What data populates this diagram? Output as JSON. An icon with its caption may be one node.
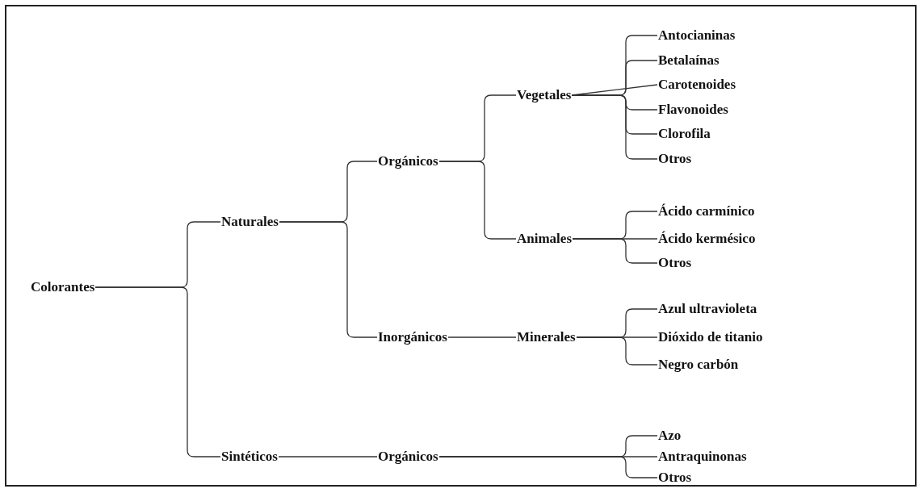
{
  "diagram": {
    "nodes": [
      {
        "text": [
          "Colorantes"
        ]
      },
      {
        "text": [
          "Naturales"
        ]
      },
      {
        "text": [
          "Orgánicos"
        ]
      },
      {
        "text": [
          "Vegetales"
        ]
      },
      {
        "text": [
          "Antocianinas"
        ]
      },
      {
        "text": [
          "Betalaínas"
        ]
      },
      {
        "text": [
          "Carotenoides"
        ]
      },
      {
        "text": [
          "Flavonoides"
        ]
      },
      {
        "text": [
          "Clorofila"
        ]
      },
      {
        "text": [
          "Otros"
        ]
      },
      {
        "text": [
          "Animales"
        ]
      },
      {
        "text": [
          "Ácido carmínico"
        ]
      },
      {
        "text": [
          "Ácido kermésico"
        ]
      },
      {
        "text": [
          "Otros"
        ]
      },
      {
        "text": [
          "Inorgánicos"
        ]
      },
      {
        "text": [
          "Minerales"
        ]
      },
      {
        "text": [
          "Azul ultravioleta"
        ]
      },
      {
        "text": [
          "Dióxido de titanio"
        ]
      },
      {
        "text": [
          "Negro carbón"
        ]
      },
      {
        "text": [
          "Sintéticos"
        ]
      },
      {
        "text": [
          "Orgánicos"
        ]
      },
      {
        "text": [
          "Azo"
        ]
      },
      {
        "text": [
          "Antraquinonas"
        ]
      },
      {
        "text": [
          "Otros"
        ]
      }
    ],
    "edges": [
      {
        "from": 0,
        "to": 1,
        "arrow": "none"
      },
      {
        "from": 0,
        "to": 19,
        "arrow": "none"
      },
      {
        "from": 1,
        "to": 2,
        "arrow": "none"
      },
      {
        "from": 1,
        "to": 14,
        "arrow": "none"
      },
      {
        "from": 2,
        "to": 3,
        "arrow": "none"
      },
      {
        "from": 2,
        "to": 10,
        "arrow": "none"
      },
      {
        "from": 3,
        "to": 4,
        "arrow": "none"
      },
      {
        "from": 3,
        "to": 5,
        "arrow": "none"
      },
      {
        "from": 3,
        "to": 6,
        "arrow": "none"
      },
      {
        "from": 3,
        "to": 7,
        "arrow": "none"
      },
      {
        "from": 3,
        "to": 8,
        "arrow": "none"
      },
      {
        "from": 3,
        "to": 9,
        "arrow": "none"
      },
      {
        "from": 10,
        "to": 11,
        "arrow": "none"
      },
      {
        "from": 10,
        "to": 12,
        "arrow": "none"
      },
      {
        "from": 10,
        "to": 13,
        "arrow": "none"
      },
      {
        "from": 14,
        "to": 15,
        "arrow": "none"
      },
      {
        "from": 15,
        "to": 16,
        "arrow": "none"
      },
      {
        "from": 15,
        "to": 17,
        "arrow": "none"
      },
      {
        "from": 15,
        "to": 18,
        "arrow": "none"
      },
      {
        "from": 19,
        "to": 20,
        "arrow": "none"
      },
      {
        "from": 20,
        "to": 21,
        "arrow": "none"
      },
      {
        "from": 20,
        "to": 22,
        "arrow": "none"
      },
      {
        "from": 20,
        "to": 23,
        "arrow": "none"
      }
    ]
  }
}
